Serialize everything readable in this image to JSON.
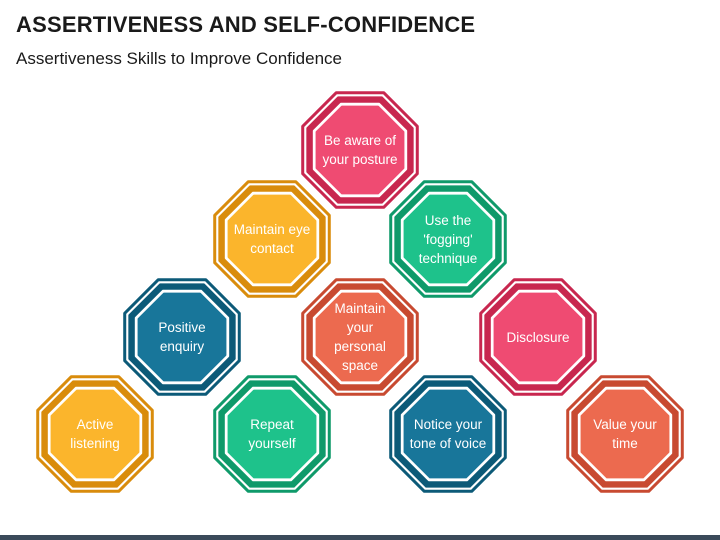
{
  "header": {
    "title": "ASSERTIVENESS AND SELF-CONFIDENCE",
    "subtitle": "Assertiveness Skills to Improve Confidence"
  },
  "skills": [
    {
      "label": "Be aware of your posture",
      "color": "#ef4b72",
      "ring": "#c8274f"
    },
    {
      "label": "Maintain eye contact",
      "color": "#fbb52c",
      "ring": "#d98c0c"
    },
    {
      "label": "Use the 'fogging' technique",
      "color": "#1ec28b",
      "ring": "#0f9a6a"
    },
    {
      "label": "Positive enquiry",
      "color": "#18769a",
      "ring": "#0c5a78"
    },
    {
      "label": "Maintain your personal space",
      "color": "#ec6a4f",
      "ring": "#c84a31"
    },
    {
      "label": "Disclosure",
      "color": "#ef4b72",
      "ring": "#c8274f"
    },
    {
      "label": "Active listening",
      "color": "#fbb52c",
      "ring": "#d98c0c"
    },
    {
      "label": "Repeat yourself",
      "color": "#1ec28b",
      "ring": "#0f9a6a"
    },
    {
      "label": "Notice your tone of voice",
      "color": "#18769a",
      "ring": "#0c5a78"
    },
    {
      "label": "Value your time",
      "color": "#ec6a4f",
      "ring": "#c84a31"
    }
  ]
}
